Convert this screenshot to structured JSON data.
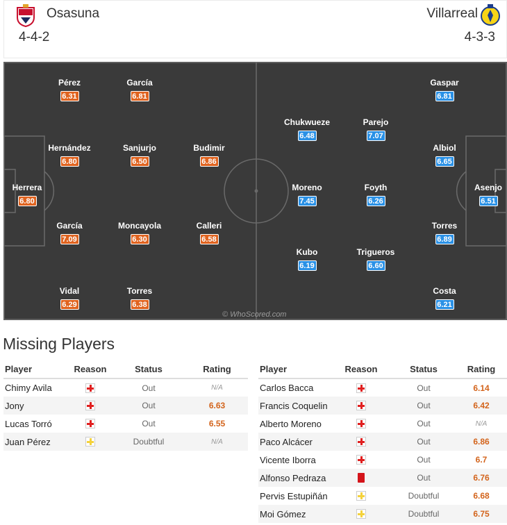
{
  "header": {
    "home": {
      "name": "Osasuna",
      "formation": "4-4-2",
      "crest_icon": "osasuna-crest-icon"
    },
    "away": {
      "name": "Villarreal",
      "formation": "4-3-3",
      "crest_icon": "villarreal-crest-icon"
    }
  },
  "pitch": {
    "watermark": "© WhoScored.com",
    "home_players": [
      {
        "name": "Pérez",
        "rating": "6.31"
      },
      {
        "name": "García",
        "rating": "6.81"
      },
      {
        "name": "Hernández",
        "rating": "6.80"
      },
      {
        "name": "Sanjurjo",
        "rating": "6.50"
      },
      {
        "name": "Budimir",
        "rating": "6.86"
      },
      {
        "name": "Herrera",
        "rating": "6.80"
      },
      {
        "name": "García",
        "rating": "7.09"
      },
      {
        "name": "Moncayola",
        "rating": "6.30"
      },
      {
        "name": "Calleri",
        "rating": "6.58"
      },
      {
        "name": "Vidal",
        "rating": "6.29"
      },
      {
        "name": "Torres",
        "rating": "6.38"
      }
    ],
    "away_players": [
      {
        "name": "Gaspar",
        "rating": "6.81"
      },
      {
        "name": "Chukwueze",
        "rating": "6.48"
      },
      {
        "name": "Parejo",
        "rating": "7.07"
      },
      {
        "name": "Albiol",
        "rating": "6.65"
      },
      {
        "name": "Moreno",
        "rating": "7.45"
      },
      {
        "name": "Foyth",
        "rating": "6.26"
      },
      {
        "name": "Asenjo",
        "rating": "6.51"
      },
      {
        "name": "Torres",
        "rating": "6.89"
      },
      {
        "name": "Kubo",
        "rating": "6.19"
      },
      {
        "name": "Trigueros",
        "rating": "6.60"
      },
      {
        "name": "Costa",
        "rating": "6.21"
      }
    ]
  },
  "missing": {
    "title": "Missing Players",
    "columns": {
      "player": "Player",
      "reason": "Reason",
      "status": "Status",
      "rating": "Rating"
    },
    "home": [
      {
        "player": "Chimy Avila",
        "reason": "injury",
        "status": "Out",
        "rating": "N/A"
      },
      {
        "player": "Jony",
        "reason": "injury",
        "status": "Out",
        "rating": "6.63"
      },
      {
        "player": "Lucas Torró",
        "reason": "injury",
        "status": "Out",
        "rating": "6.55"
      },
      {
        "player": "Juan Pérez",
        "reason": "doubtful",
        "status": "Doubtful",
        "rating": "N/A"
      }
    ],
    "away": [
      {
        "player": "Carlos Bacca",
        "reason": "injury",
        "status": "Out",
        "rating": "6.14"
      },
      {
        "player": "Francis Coquelin",
        "reason": "injury",
        "status": "Out",
        "rating": "6.42"
      },
      {
        "player": "Alberto Moreno",
        "reason": "injury",
        "status": "Out",
        "rating": "N/A"
      },
      {
        "player": "Paco Alcácer",
        "reason": "injury",
        "status": "Out",
        "rating": "6.86"
      },
      {
        "player": "Vicente Iborra",
        "reason": "injury",
        "status": "Out",
        "rating": "6.7"
      },
      {
        "player": "Alfonso Pedraza",
        "reason": "red-card",
        "status": "Out",
        "rating": "6.76"
      },
      {
        "player": "Pervis Estupiñán",
        "reason": "doubtful",
        "status": "Doubtful",
        "rating": "6.68"
      },
      {
        "player": "Moi Gómez",
        "reason": "doubtful",
        "status": "Doubtful",
        "rating": "6.75"
      }
    ]
  },
  "colors": {
    "pitch": "#3a3a3a",
    "home_rating": "#e0631f",
    "away_rating": "#2a91e6",
    "missing_rating": "#d3641c"
  }
}
